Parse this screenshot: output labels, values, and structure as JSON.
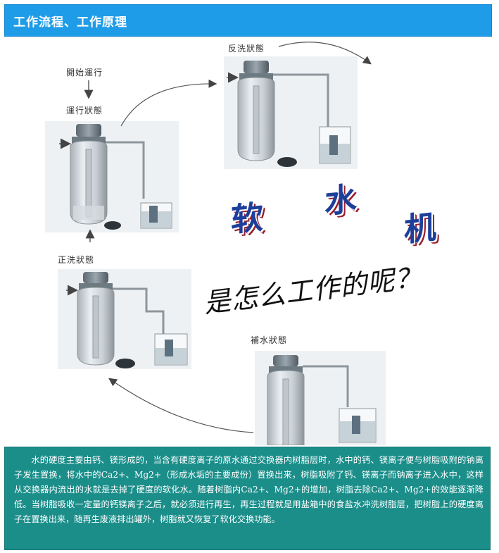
{
  "header": {
    "title": "工作流程、工作原理"
  },
  "diagram": {
    "start_label": "開始運行",
    "states": {
      "running": "運行狀態",
      "backwash": "反洗狀態",
      "rinse": "正洗狀態",
      "refill": "補水狀態"
    },
    "headline_chars": [
      "软",
      "水",
      "机"
    ],
    "question": "是怎么工作的呢？",
    "colors": {
      "accent_blue": "#1d3f9a",
      "accent_red": "#9a1f2e",
      "header_blue": "#1f9ce8",
      "panel_teal": "#1b8e8a"
    }
  },
  "description": "水的硬度主要由钙、镁形成的，当含有硬度离子的原水通过交换器内树脂层时，水中的钙、镁离子便与树脂吸附的钠离子发生置换，将水中的Ca2+、Mg2+（形成水垢的主要成份）置换出来，树脂吸附了钙、镁离子而钠离子进入水中，这样从交换器内流出的水就是去掉了硬度的软化水。随着树脂内Ca2+、Mg2+的增加，树脂去除Ca2+、Mg2+的效能逐渐降低。当树脂吸收一定量的钙镁离子之后，就必须进行再生，再生过程就是用盐箱中的食盐水冲洗树脂层，把树脂上的硬度离子在置换出来，随再生废液排出罐外，树脂就又恢复了软化交换功能。"
}
